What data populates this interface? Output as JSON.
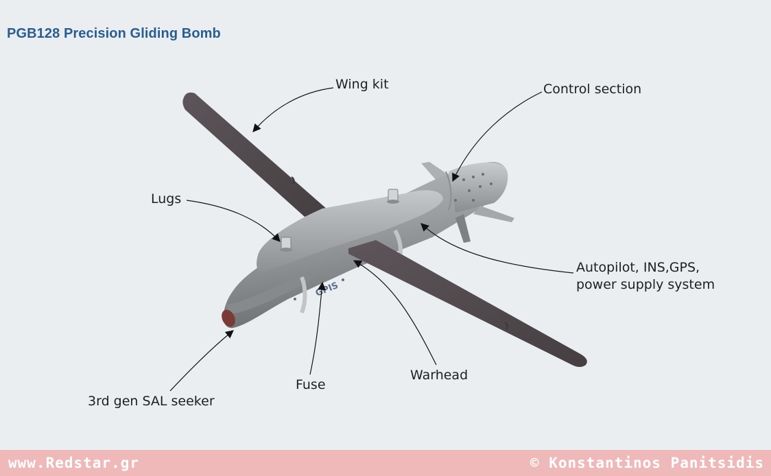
{
  "title": "PGB128 Precision Gliding Bomb",
  "labels": {
    "wing_kit": "Wing kit",
    "control_section": "Control section",
    "lugs": "Lugs",
    "autopilot_line1": "Autopilot, INS,GPS,",
    "autopilot_line2": "power supply system",
    "seeker": "3rd gen SAL seeker",
    "fuse": "Fuse",
    "warhead": "Warhead"
  },
  "body_marking": "GPIS",
  "footer": {
    "website": "www.Redstar.gr",
    "copyright": "© Konstantinos Panitsidis"
  }
}
